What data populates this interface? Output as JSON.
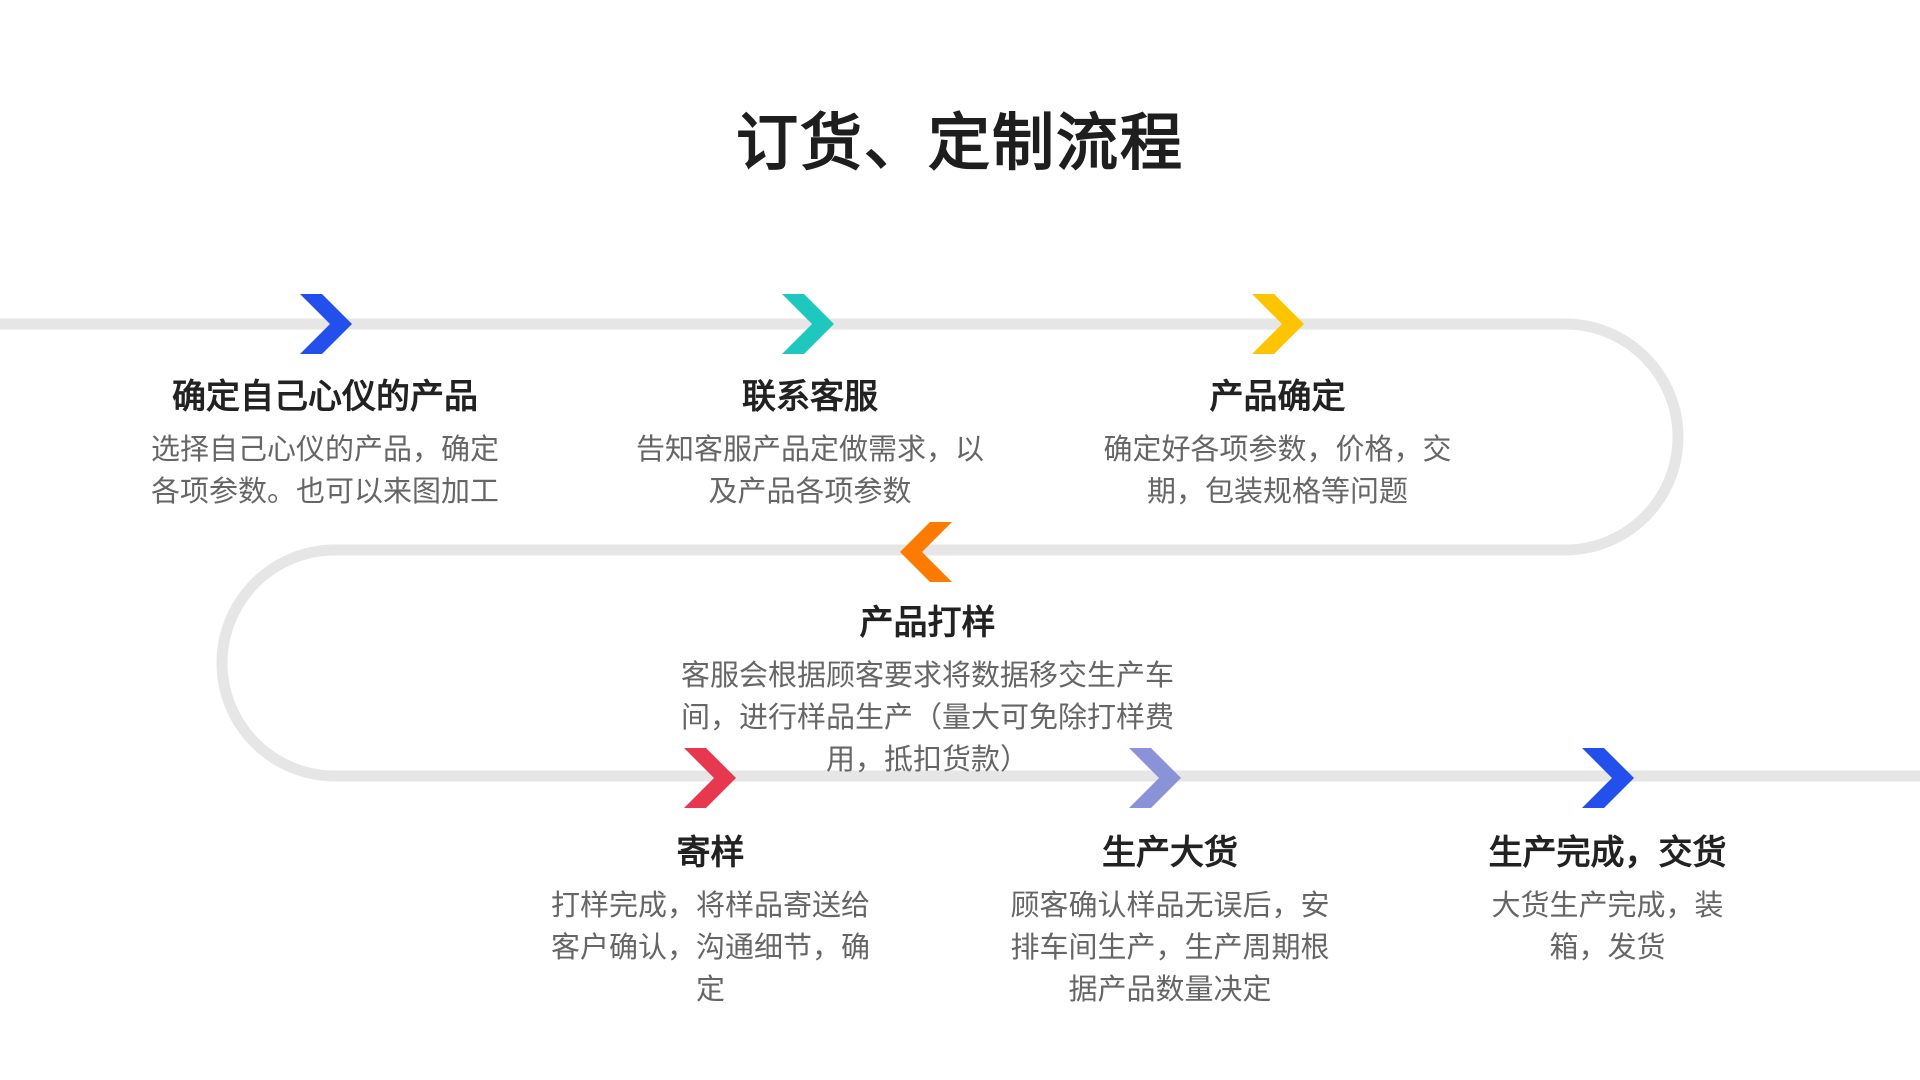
{
  "title": "订货、定制流程",
  "colors": {
    "track": "#e6e6e6",
    "blue": "#2350ec",
    "teal": "#1ec8be",
    "yellow": "#ffc400",
    "orange": "#ff7b00",
    "red": "#e8384f",
    "lavender": "#8a92d8",
    "title_text": "#222222",
    "desc_text": "#666666"
  },
  "steps": [
    {
      "title": "确定自己心仪的产品",
      "desc": "选择自己心仪的产品，确定各项参数。也可以来图加工",
      "arrow_icon": "chevron-right-icon",
      "arrow_color": "#2350ec"
    },
    {
      "title": "联系客服",
      "desc": "告知客服产品定做需求，以及产品各项参数",
      "arrow_icon": "chevron-right-icon",
      "arrow_color": "#1ec8be"
    },
    {
      "title": "产品确定",
      "desc": "确定好各项参数，价格，交期，包装规格等问题",
      "arrow_icon": "chevron-right-icon",
      "arrow_color": "#ffc400"
    },
    {
      "title": "产品打样",
      "desc": "客服会根据顾客要求将数据移交生产车间，进行样品生产（量大可免除打样费用，抵扣货款）",
      "arrow_icon": "chevron-left-icon",
      "arrow_color": "#ff7b00"
    },
    {
      "title": "寄样",
      "desc": "打样完成，将样品寄送给客户确认，沟通细节，确定",
      "arrow_icon": "chevron-right-icon",
      "arrow_color": "#e8384f"
    },
    {
      "title": "生产大货",
      "desc": "顾客确认样品无误后，安排车间生产，生产周期根据产品数量决定",
      "arrow_icon": "chevron-right-icon",
      "arrow_color": "#8a92d8"
    },
    {
      "title": "生产完成，交货",
      "desc": "大货生产完成，装箱，发货",
      "arrow_icon": "chevron-right-icon",
      "arrow_color": "#2350ec"
    }
  ]
}
